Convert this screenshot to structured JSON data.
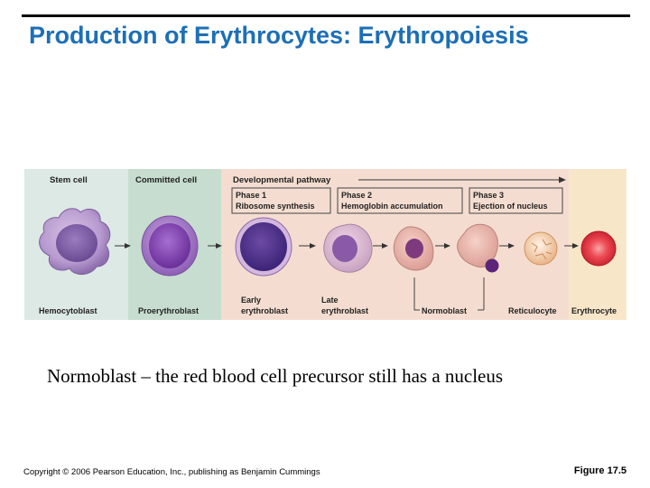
{
  "slide": {
    "title": "Production of Erythrocytes: Erythropoiesis",
    "caption": "Normoblast – the red blood cell precursor still has a nucleus",
    "copyright": "Copyright © 2006 Pearson Education, Inc., publishing as Benjamin Cummings",
    "figure_number": "Figure 17.5"
  },
  "diagram": {
    "stem_cell_header": "Stem cell",
    "committed_cell_header": "Committed cell",
    "pathway_header": "Developmental pathway",
    "phases": [
      {
        "phase": "Phase 1",
        "label": "Ribosome synthesis"
      },
      {
        "phase": "Phase 2",
        "label": "Hemoglobin accumulation"
      },
      {
        "phase": "Phase 3",
        "label": "Ejection of nucleus"
      }
    ],
    "cells": {
      "hemocytoblast": "Hemocytoblast",
      "proerythroblast": "Proerythroblast",
      "early_line1": "Early",
      "early_line2": "erythroblast",
      "late_line1": "Late",
      "late_line2": "erythroblast",
      "normoblast": "Normoblast",
      "reticulocyte": "Reticulocyte",
      "erythrocyte": "Erythrocyte"
    }
  }
}
